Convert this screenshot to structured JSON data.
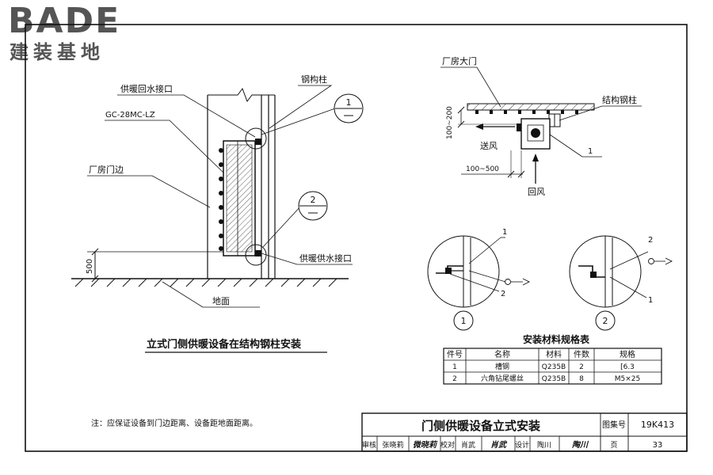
{
  "logo": {
    "main": "BADE",
    "sub": "建装基地"
  },
  "left_view": {
    "labels": {
      "return_port": "供暖回水接口",
      "steel_column": "钢构柱",
      "model": "GC-28MC-LZ",
      "door_edge": "厂房门边",
      "supply_port": "供暖供水接口",
      "ground": "地面",
      "height_dim": "500"
    },
    "callouts": [
      "1",
      "2"
    ],
    "title": "立式门侧供暖设备在结构钢柱安装"
  },
  "plan_view": {
    "labels": {
      "door": "厂房大门",
      "steel_column": "结构钢柱",
      "dim_vertical": "100~200",
      "supply_air": "送风",
      "dim_horizontal": "100~500",
      "return_air": "回风",
      "part": "1"
    }
  },
  "details": {
    "d1": {
      "id": "1",
      "parts": [
        "1",
        "2"
      ]
    },
    "d2": {
      "id": "2",
      "parts": [
        "2",
        "1"
      ]
    }
  },
  "materials_table": {
    "title": "安装材料规格表",
    "headers": [
      "件号",
      "名称",
      "材料",
      "件数",
      "规格"
    ],
    "rows": [
      [
        "1",
        "槽钢",
        "Q235B",
        "2",
        "[6.3"
      ],
      [
        "2",
        "六角钻尾螺丝",
        "Q235B",
        "8",
        "M5×25"
      ]
    ]
  },
  "note": "注：应保证设备到门边距离、设备距地面距离。",
  "title_block": {
    "title": "门侧供暖设备立式安装",
    "atlas_label": "图集号",
    "atlas_value": "19K413",
    "review_label": "审核",
    "review_name": "张晓莉",
    "review_sign": "微晓莉",
    "check_label": "校对",
    "check_name": "肖武",
    "check_sign": "肖武",
    "design_label": "设计",
    "design_name": "陶川",
    "design_sign": "陶川",
    "page_label": "页",
    "page_value": "33"
  }
}
